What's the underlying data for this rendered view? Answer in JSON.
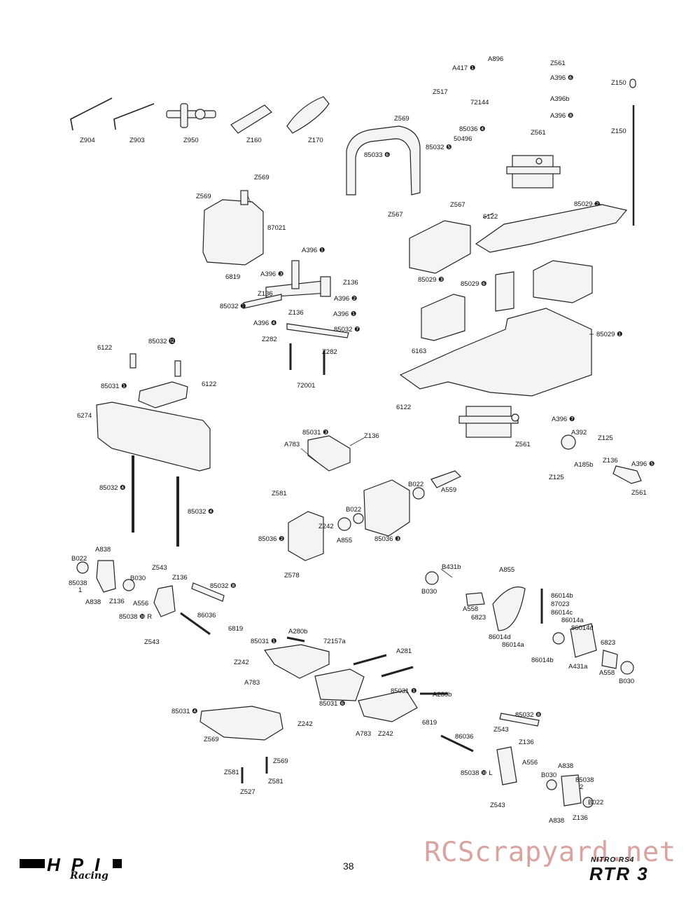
{
  "page_number": "38",
  "watermark": "RCScrapyard.net",
  "brand": {
    "hpi": "HPI",
    "racing": "Racing",
    "nitro": "NITRO RS4",
    "rtr": "RTR 3"
  },
  "labels": [
    "Z904",
    "Z903",
    "Z950",
    "Z160",
    "Z170",
    "A417 ❶",
    "A896",
    "Z561",
    "A396 ❻",
    "Z150",
    "A396b",
    "Z517",
    "72144",
    "A396 ❽",
    "Z569",
    "85036 ❹",
    "50496",
    "85032 ❺",
    "Z561",
    "Z150",
    "85033 ❻",
    "Z569",
    "Z569",
    "87021",
    "6819",
    "Z567",
    "Z567",
    "6122",
    "85029 ❷",
    "85029 ❸",
    "85029 ❻",
    "6163",
    "85029 ❶",
    "6122",
    "A396 ❶",
    "A396 ❸",
    "Z136",
    "Z136",
    "A396 ❷",
    "85032 ❼",
    "Z136",
    "A396 ❶",
    "A396 ❹",
    "85032 ❼",
    "Z282",
    "Z282",
    "72001",
    "6122",
    "85032 ⓬",
    "6122",
    "85031 ❶",
    "6274",
    "85032 ❹",
    "85032 ❹",
    "A396 ❼",
    "Z561",
    "A392",
    "Z125",
    "Z136",
    "A185b",
    "A396 ❺",
    "Z125",
    "Z561",
    "85031 ❸",
    "Z136",
    "A783",
    "Z581",
    "B022",
    "A559",
    "B022",
    "Z242",
    "A855",
    "85036 ❷",
    "85036 ❸",
    "Z578",
    "A838",
    "B022",
    "Z543",
    "Z136",
    "85038",
    "1",
    "B030",
    "85032 ❽",
    "A838",
    "Z136",
    "A556",
    "85038 ❿ R",
    "86036",
    "6819",
    "Z543",
    "B431b",
    "B030",
    "A855",
    "86014b",
    "87023",
    "A558",
    "86014c",
    "6823",
    "86014a",
    "86014d",
    "86014d",
    "86014a",
    "6823",
    "86014b",
    "A431a",
    "A558",
    "B030",
    "A280b",
    "85031 ❶",
    "72157a",
    "Z242",
    "A281",
    "A783",
    "85031 ❶",
    "A280b",
    "85031 ❻",
    "85031 ❹",
    "Z242",
    "6819",
    "A783",
    "Z242",
    "85032 ❽",
    "Z543",
    "Z136",
    "86036",
    "Z569",
    "A556",
    "A838",
    "Z569",
    "85038 ❿ L",
    "B030",
    "85038",
    "Z581",
    "Z581",
    "2",
    "Z527",
    "B022",
    "Z543",
    "A838",
    "Z136"
  ]
}
